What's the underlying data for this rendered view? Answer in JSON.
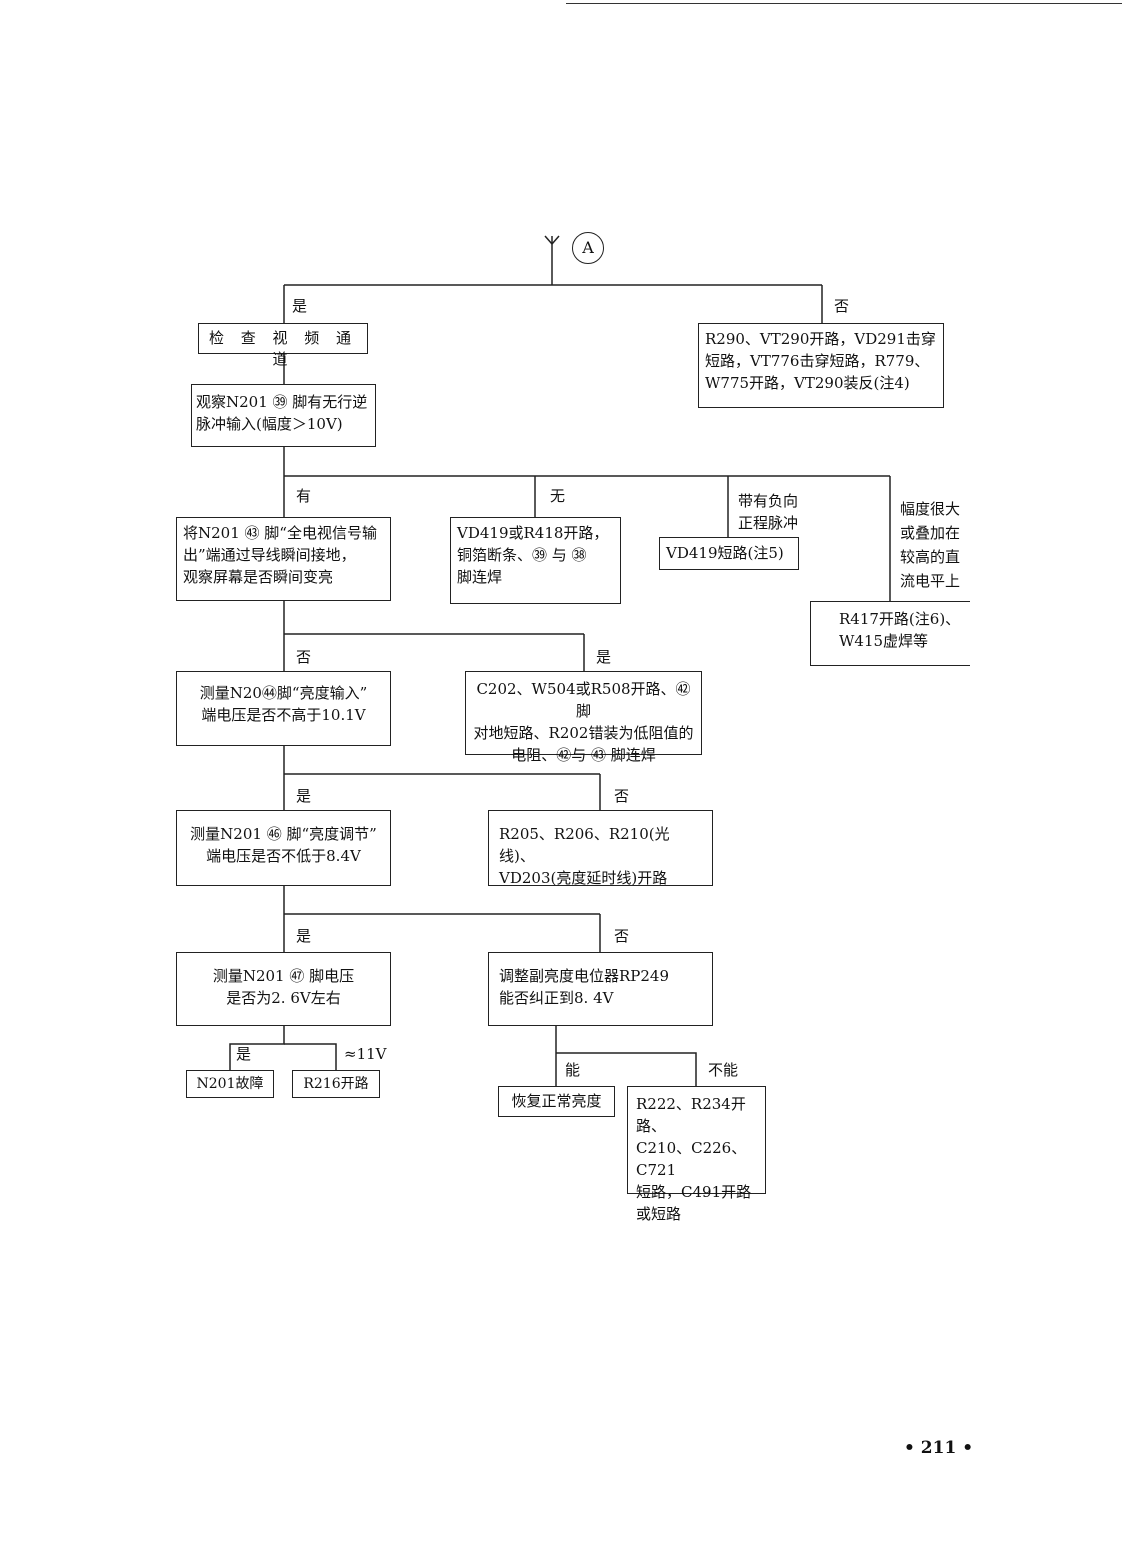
{
  "connector": {
    "label": "A"
  },
  "page_number": "• 211 •",
  "nodes": {
    "check_video": "检 查 视 频 通 道",
    "cause_no_a": "R290、VT290开路，VD291击穿\n短路，VT776击穿短路，R779、\nW775开路，VT290装反(注4)",
    "observe_39": "观察N201 ㊴ 脚有无行逆\n脉冲输入(幅度＞10V)",
    "ground_43": "将N201 ㊸ 脚“全电视信号输\n出”端通过导线瞬间接地，\n观察屏幕是否瞬间变亮",
    "vd419_open": "VD419或R418开路，\n铜箔断条、㊴ 与 ㊳\n脚连焊",
    "vd419_short": "VD419短路(注5)",
    "r417_open": "R417开路(注6)、\nW415虚焊等",
    "measure_44": "测量N20㊹脚“亮度输入”\n端电压是否不高于10.1V",
    "c202_open": "C202、W504或R508开路、㊷ 脚\n对地短路、R202错装为低阻值的\n电阻、㊷与 ㊸ 脚连焊",
    "measure_46": "测量N201 ㊻ 脚“亮度调节”\n端电压是否不低于8.4V",
    "r205_open": "R205、R206、R210(光线)、\nVD203(亮度延时线)开路",
    "measure_47": "测量N201 ㊼ 脚电压\n是否为2. 6V左右",
    "adjust_rp249": "调整副亮度电位器RP249\n能否纠正到8. 4V",
    "n201_fault": "N201故障",
    "r216_open": "R216开路",
    "restore": "恢复正常亮度",
    "r222_open": "R222、R234开路、\nC210、C226、C721\n短路，C491开路\n或短路"
  },
  "labels": {
    "yes_1": "是",
    "no_1": "否",
    "have": "有",
    "none": "无",
    "neg_pulse": "带有负向\n正程脉冲",
    "large_amp": "幅度很大\n或叠加在\n较高的直\n流电平上",
    "no_2": "否",
    "yes_2": "是",
    "yes_3": "是",
    "no_3": "否",
    "yes_4": "是",
    "no_4": "否",
    "yes_5": "是",
    "approx_11v": "≈11V",
    "can": "能",
    "cannot": "不能"
  }
}
